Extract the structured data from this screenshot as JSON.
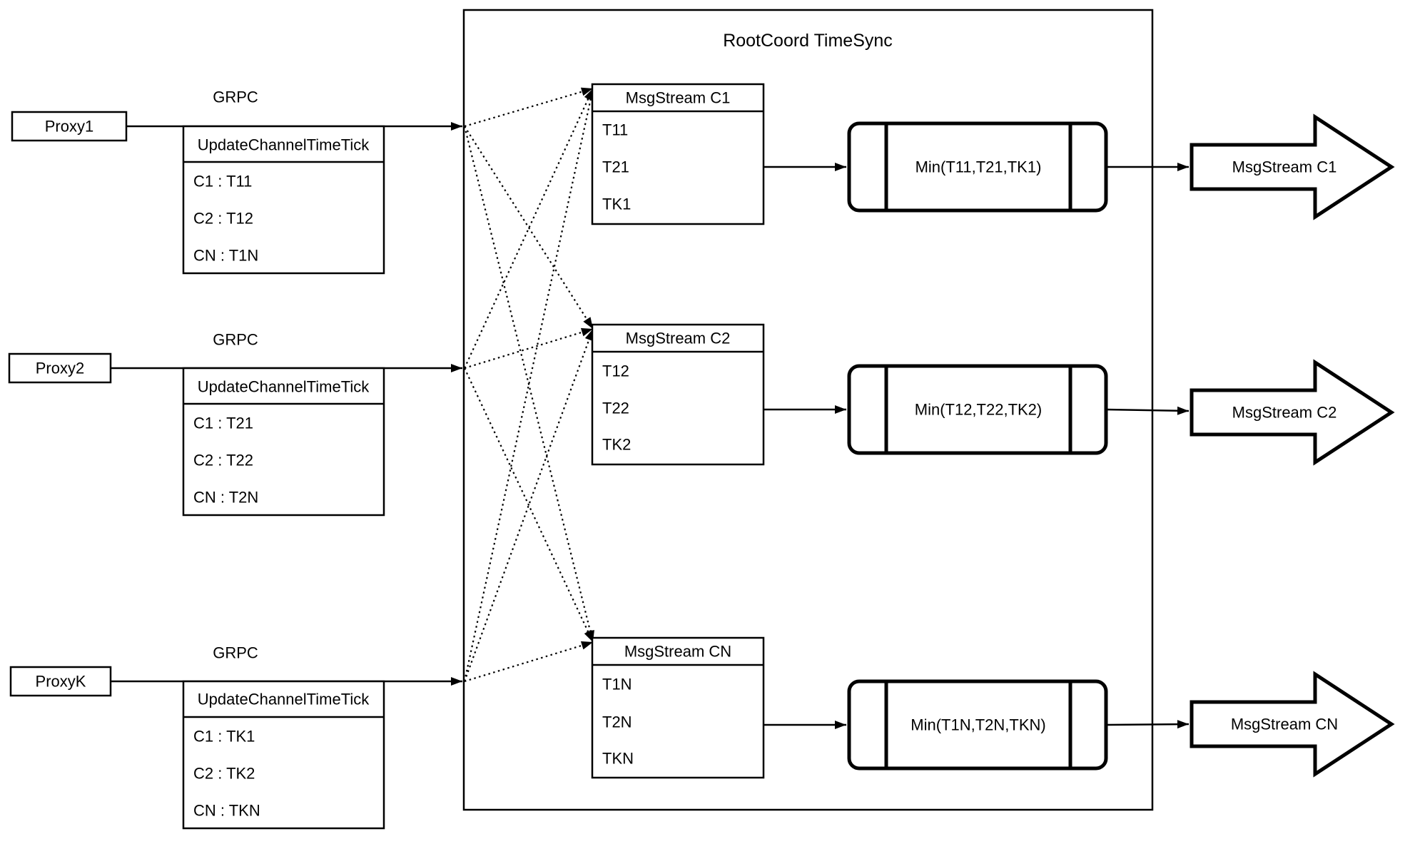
{
  "diagram": {
    "title": "RootCoord TimeSync",
    "proxy_groups": [
      {
        "proxy": "Proxy1",
        "protocol": "GRPC",
        "message": "UpdateChannelTimeTick",
        "entries": [
          "C1 :  T11",
          "C2 :  T12",
          "CN : T1N"
        ]
      },
      {
        "proxy": "Proxy2",
        "protocol": "GRPC",
        "message": "UpdateChannelTimeTick",
        "entries": [
          "C1 :  T21",
          "C2 :  T22",
          "CN : T2N"
        ]
      },
      {
        "proxy": "ProxyK",
        "protocol": "GRPC",
        "message": "UpdateChannelTimeTick",
        "entries": [
          "C1 :  TK1",
          "C2 :  TK2",
          "CN : TKN"
        ]
      }
    ],
    "channels": [
      {
        "stream": "MsgStream C1",
        "ticks": [
          "T11",
          "T21",
          "TK1"
        ],
        "min": "Min(T11,T21,TK1)",
        "output": "MsgStream C1"
      },
      {
        "stream": "MsgStream C2",
        "ticks": [
          "T12",
          "T22",
          "TK2"
        ],
        "min": "Min(T12,T22,TK2)",
        "output": "MsgStream C2"
      },
      {
        "stream": "MsgStream CN",
        "ticks": [
          "T1N",
          "T2N",
          "TKN"
        ],
        "min": "Min(T1N,T2N,TKN)",
        "output": "MsgStream CN"
      }
    ],
    "colors": {
      "stroke": "#000000",
      "background": "#ffffff"
    }
  }
}
